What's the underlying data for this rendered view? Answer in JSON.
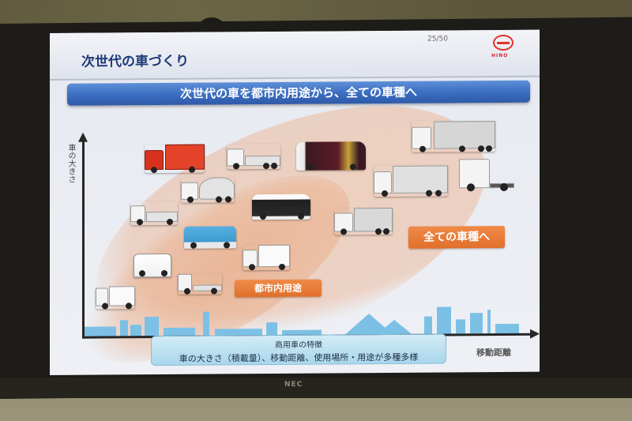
{
  "slide": {
    "title": "次世代の車づくり",
    "page_number": "25/50",
    "logo_text": "HINO",
    "banner": "次世代の車を都市内用途から、全ての車種へ"
  },
  "diagram": {
    "y_axis_label": "車の大きさ",
    "x_axis_label": "移動距離",
    "tag_urban": "都市内用途",
    "tag_all": "全ての車種へ",
    "vehicles": [
      {
        "name": "fire-truck",
        "color": "#d8321e"
      },
      {
        "name": "dump-truck-large",
        "color": "#f2f2f2"
      },
      {
        "name": "coach-bus",
        "color": "#7a1a22"
      },
      {
        "name": "mixer-truck",
        "color": "#f0f0f0"
      },
      {
        "name": "fuel-cell-bus",
        "color": "#2a2a2a"
      },
      {
        "name": "dump-truck-medium",
        "color": "#f0f0f0"
      },
      {
        "name": "city-bus",
        "color": "#3d9ad0"
      },
      {
        "name": "refrigerated-truck",
        "color": "#f5f5f5"
      },
      {
        "name": "box-truck-medium",
        "color": "#d9d9d9"
      },
      {
        "name": "small-bus",
        "color": "#f2f2f2"
      },
      {
        "name": "flatbed-truck-light",
        "color": "#f2f2f2"
      },
      {
        "name": "walk-through-van",
        "color": "#f2f2f2"
      },
      {
        "name": "full-trailer-truck",
        "color": "#d6d6d6"
      },
      {
        "name": "wing-truck-large",
        "color": "#e0e0e0"
      },
      {
        "name": "tractor-head",
        "color": "#f2f2f2"
      }
    ]
  },
  "features": {
    "title": "商用車の特徴",
    "description": "車の大きさ（積載量）、移動距離、使用場所・用途が多種多様"
  },
  "monitor": {
    "brand": "NEC"
  }
}
